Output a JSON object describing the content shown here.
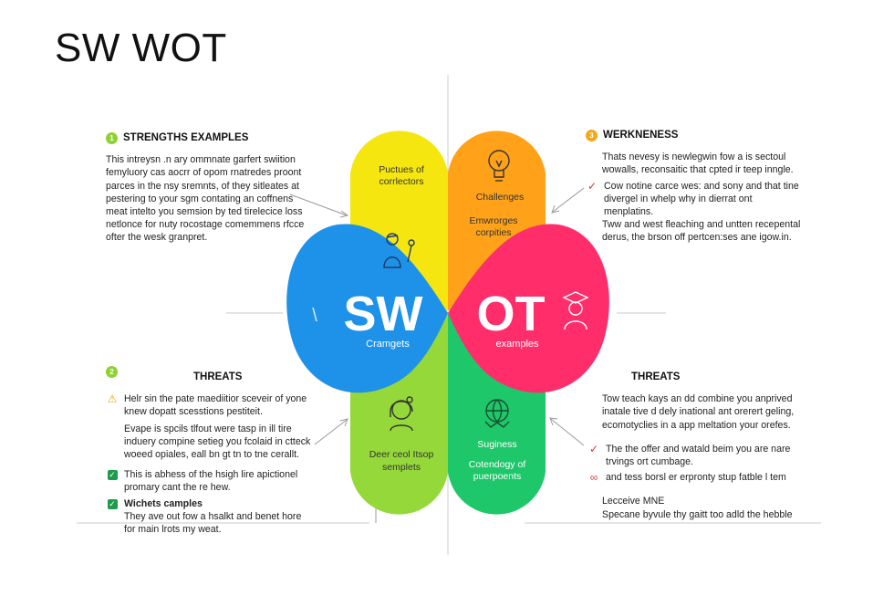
{
  "title": "SW WOT",
  "center": {
    "big_left": "SW",
    "big_right": "OT",
    "sub_left": "Cramgets",
    "sub_right": "examples",
    "left_mark": "\\"
  },
  "petals": {
    "yellow": {
      "line1": "Puctues of",
      "line2": "corrlectors"
    },
    "orange": {
      "line1": "Challenges",
      "line2": "Emwrorges",
      "line3": "corpities"
    },
    "green_left": {
      "line1": "Deer ceol Itsop",
      "line2": "semplets"
    },
    "green_right": {
      "line1": "Suginess",
      "line2": "Cotendogy of",
      "line3": "puerpoents"
    }
  },
  "strengths": {
    "badge": "1",
    "heading": "STRENGTHS EXAMPLES",
    "text": "This intreysn .n ary ommnate garfert swiition\nfemyluory cas aocrr of opom rnatredes proont\nparces in the nsy sremnts, of they sitleates at\npestering to your sgm contating an coffnens\nmeat intelto you semsion by ted tirelecice loss\nnetlonce for nuty rocostage comemmens rfcce\nofter the wesk granpret."
  },
  "weakness": {
    "badge": "3",
    "heading": "WERKNENESS",
    "line1": "Thats nevesy is newlegwin fow a is sectoul",
    "line2": "wowalls, reconsaitic that cpted ir teep inngle.",
    "line3": "Cow notine carce wes: and sony and that tine",
    "line4": "divergel in whelp why in dierrat ont",
    "line5": "menplatins.",
    "line6": "Tww and west fleaching and untten recepental",
    "line7": "derus, the brson off pertcen:ses ane igow.in."
  },
  "threats_left": {
    "badge": "2",
    "heading": "THREATS",
    "p1": "Helr sin the pate maediitior sceveir of yone\nknew dopatt scesstions pestiteit.",
    "p2": "Evape is spcils tlfout were tasp in ill tire\ninduery compine setieg you fcolaid in ctteck\nwoeed opiales, eall bn gt tn to tne cerallt.",
    "p3": "This is abhess of the hsigh lire apictionel\npromary cant the re hew.",
    "p4_bold": "Wichets camples",
    "p4": "They ave out fow a hsalkt and benet hore\nfor main lrots my weat."
  },
  "threats_right": {
    "heading": "THREATS",
    "p1": "Tow teach kays an dd combine you anprived\ninatale tive d dely inational ant orerert geling,\necomotyclies in a app meltation your orefes.",
    "p2": "The the offer and watald beim you are nare\ntrvings ort cumbage.",
    "p3": "and tess borsl er erpronty stup fatble l tem",
    "p4": "Lecceive MNE\nSpecane byvule thy gaitt too adld the hebble"
  },
  "colors": {
    "yellow": "#f5e60f",
    "orange": "#ffa21a",
    "blue": "#1d92e8",
    "pink": "#ff2d6a",
    "green_left": "#95d839",
    "green_right": "#1ec76a",
    "check": "#1e9b4a"
  },
  "icons": [
    "lightbulb-icon",
    "person-icon",
    "graduate-icon",
    "headset-icon",
    "globe-icon"
  ]
}
